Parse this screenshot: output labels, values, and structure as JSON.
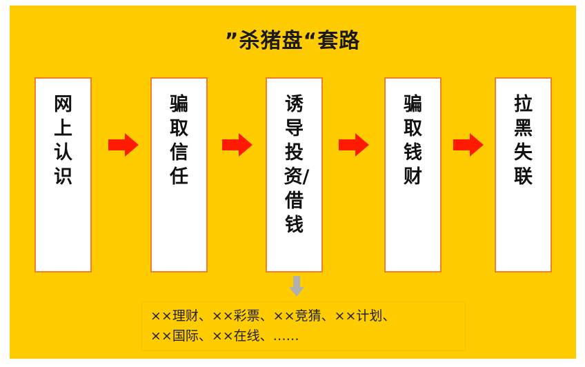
{
  "title": "”杀猪盘“套路",
  "steps": [
    {
      "label": "网上认识"
    },
    {
      "label": "骗取信任"
    },
    {
      "label": "诱导投资/借钱"
    },
    {
      "label": "骗取钱财"
    },
    {
      "label": "拉黑失联"
    }
  ],
  "note": {
    "line1": "××理财、××彩票、××竞猜、××计划、",
    "line2": "××国际、××在线、……"
  },
  "colors": {
    "background": "#FFCC00",
    "box_border": "#F07E2A",
    "arrow": "#FF1A00",
    "down_arrow": "#B0B0B0"
  }
}
